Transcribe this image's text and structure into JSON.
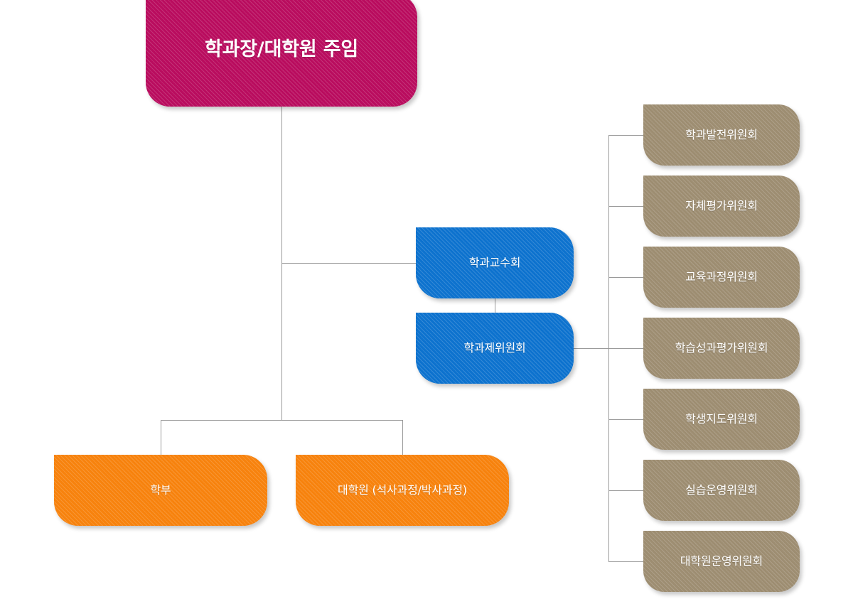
{
  "chart": {
    "title_node": {
      "label": "학과장/대학원 주임",
      "color": "#b90c5e"
    },
    "academic": [
      {
        "label": "학과교수회",
        "color": "#0d72ce"
      },
      {
        "label": "학과제위원회",
        "color": "#0d72ce"
      }
    ],
    "programs": [
      {
        "label": "학부",
        "color": "#f7820d"
      },
      {
        "label": "대학원 (석사과정/박사과정)",
        "color": "#f7820d"
      }
    ],
    "committees": [
      {
        "label": "학과발전위원회",
        "color": "#9d8d71"
      },
      {
        "label": "자체평가위원회",
        "color": "#9d8d71"
      },
      {
        "label": "교육과정위원회",
        "color": "#9d8d71"
      },
      {
        "label": "학습성과평가위원회",
        "color": "#9d8d71"
      },
      {
        "label": "학생지도위원회",
        "color": "#9d8d71"
      },
      {
        "label": "실습운영위원회",
        "color": "#9d8d71"
      },
      {
        "label": "대학원운영위원회",
        "color": "#9d8d71"
      }
    ],
    "line_color": "#9a9a9a"
  }
}
